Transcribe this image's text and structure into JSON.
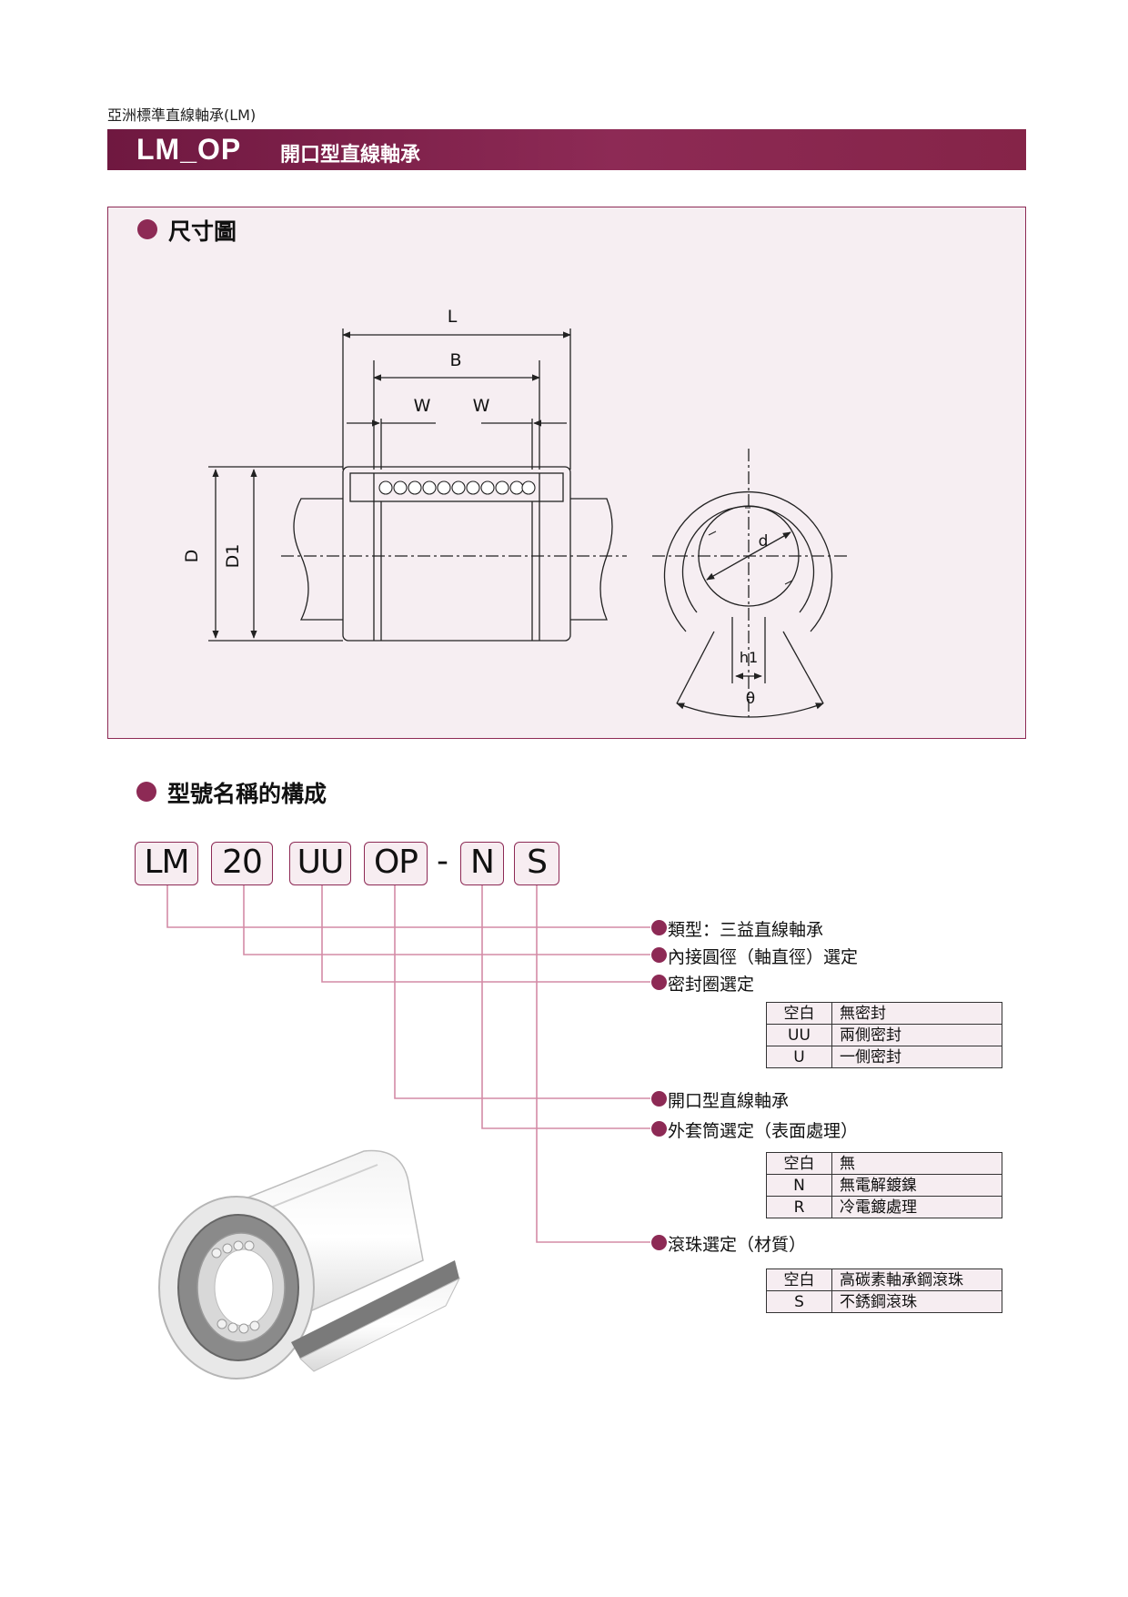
{
  "header": {
    "caption": "亞洲標準直線軸承(LM)",
    "model": "LM_OP",
    "name": "開口型直線軸承"
  },
  "dimension_section": {
    "title": "尺寸圖",
    "labels": {
      "L": "L",
      "B": "B",
      "W1": "W",
      "W2": "W",
      "D": "D",
      "D1": "D1",
      "d": "d",
      "h1": "h1",
      "theta": "θ"
    }
  },
  "composition_section": {
    "title": "型號名稱的構成",
    "codes": [
      "LM",
      "20",
      "UU",
      "OP",
      "-",
      "N",
      "S"
    ],
    "descriptions": [
      "類型：三益直線軸承",
      "內接圓徑（軸直徑）選定",
      "密封圈選定",
      "開口型直線軸承",
      "外套筒選定（表面處理）",
      "滾珠選定（材質）"
    ],
    "seal_table": [
      {
        "code": "空白",
        "meaning": "無密封"
      },
      {
        "code": "UU",
        "meaning": "兩側密封"
      },
      {
        "code": "U",
        "meaning": "一側密封"
      }
    ],
    "sleeve_table": [
      {
        "code": "空白",
        "meaning": "無"
      },
      {
        "code": "N",
        "meaning": "無電解鍍鎳"
      },
      {
        "code": "R",
        "meaning": "冷電鍍處理"
      }
    ],
    "ball_table": [
      {
        "code": "空白",
        "meaning": "高碳素軸承鋼滾珠"
      },
      {
        "code": "S",
        "meaning": "不銹鋼滾珠"
      }
    ]
  },
  "colors": {
    "accent": "#8d2a55",
    "panel": "#f6eef2",
    "leader": "#d48ba6"
  }
}
